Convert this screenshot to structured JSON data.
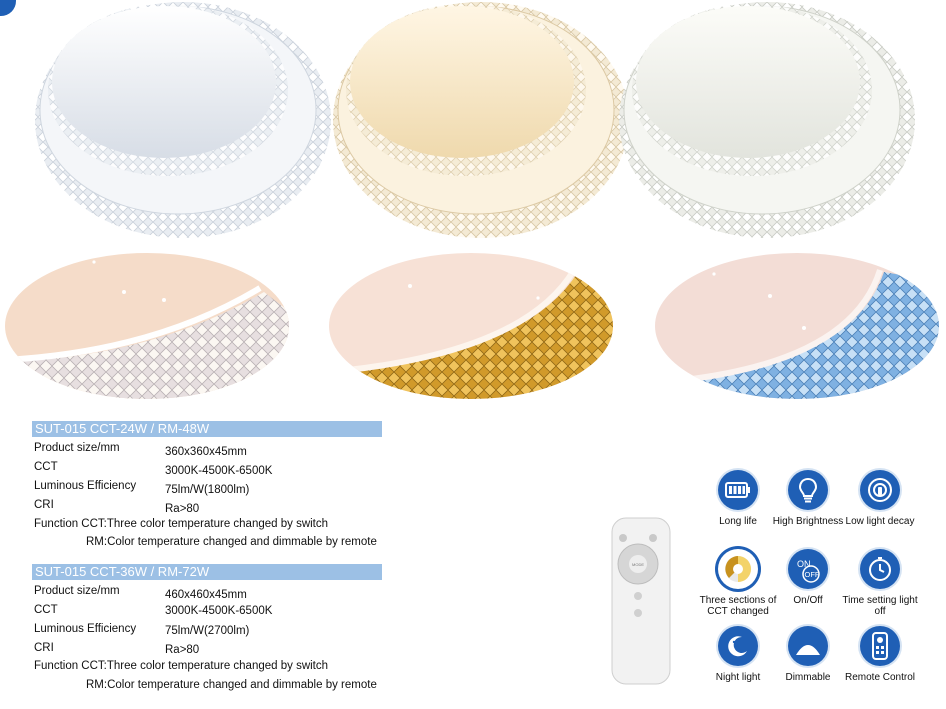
{
  "specs": [
    {
      "header": "SUT-015 CCT-24W / RM-48W",
      "rows": [
        {
          "label": "Product size/mm",
          "value": "360x360x45mm"
        },
        {
          "label": "CCT",
          "value": "3000K-4500K-6500K"
        },
        {
          "label": "Luminous Efficiency",
          "value": "75lm/W(1800lm)"
        },
        {
          "label": "CRI",
          "value": "Ra>80"
        }
      ],
      "function_line1": "Function  CCT:Three color temperature changed by switch",
      "function_line2": "RM:Color temperature changed and dimmable by remote"
    },
    {
      "header": "SUT-015 CCT-36W / RM-72W",
      "rows": [
        {
          "label": "Product size/mm",
          "value": "460x460x45mm"
        },
        {
          "label": "CCT",
          "value": "3000K-4500K-6500K"
        },
        {
          "label": "Luminous Efficiency",
          "value": "75lm/W(2700lm)"
        },
        {
          "label": "CRI",
          "value": "Ra>80"
        }
      ],
      "function_line1": "Function  CCT:Three color temperature changed by switch",
      "function_line2": "RM:Color temperature changed and dimmable by remote"
    }
  ],
  "features": [
    {
      "icon": "battery-icon",
      "caption": "Long life"
    },
    {
      "icon": "bulb-icon",
      "caption": "High Brightness"
    },
    {
      "icon": "light-decay-icon",
      "caption": "Low light decay"
    },
    {
      "icon": "cct-sections-icon",
      "caption": "Three sections of CCT changed"
    },
    {
      "icon": "on-off-icon",
      "caption": "On/Off"
    },
    {
      "icon": "timer-icon",
      "caption": "Time setting light off"
    },
    {
      "icon": "night-light-icon",
      "caption": "Night light"
    },
    {
      "icon": "dimmable-icon",
      "caption": "Dimmable"
    },
    {
      "icon": "remote-control-icon",
      "caption": "Remote Control"
    }
  ],
  "icon_labels": {
    "on": "ON",
    "off": "OFF"
  },
  "remote_labels": {
    "mode": "MODE"
  },
  "colors": {
    "accent_blue": "#1f5fb5",
    "header_blue": "#9cc0e5",
    "warm_tint": "#f8e9c8",
    "cool_tint": "#f2f3f0",
    "gold_ring": "#d9a42e",
    "blue_ring": "#6aa0d9"
  }
}
